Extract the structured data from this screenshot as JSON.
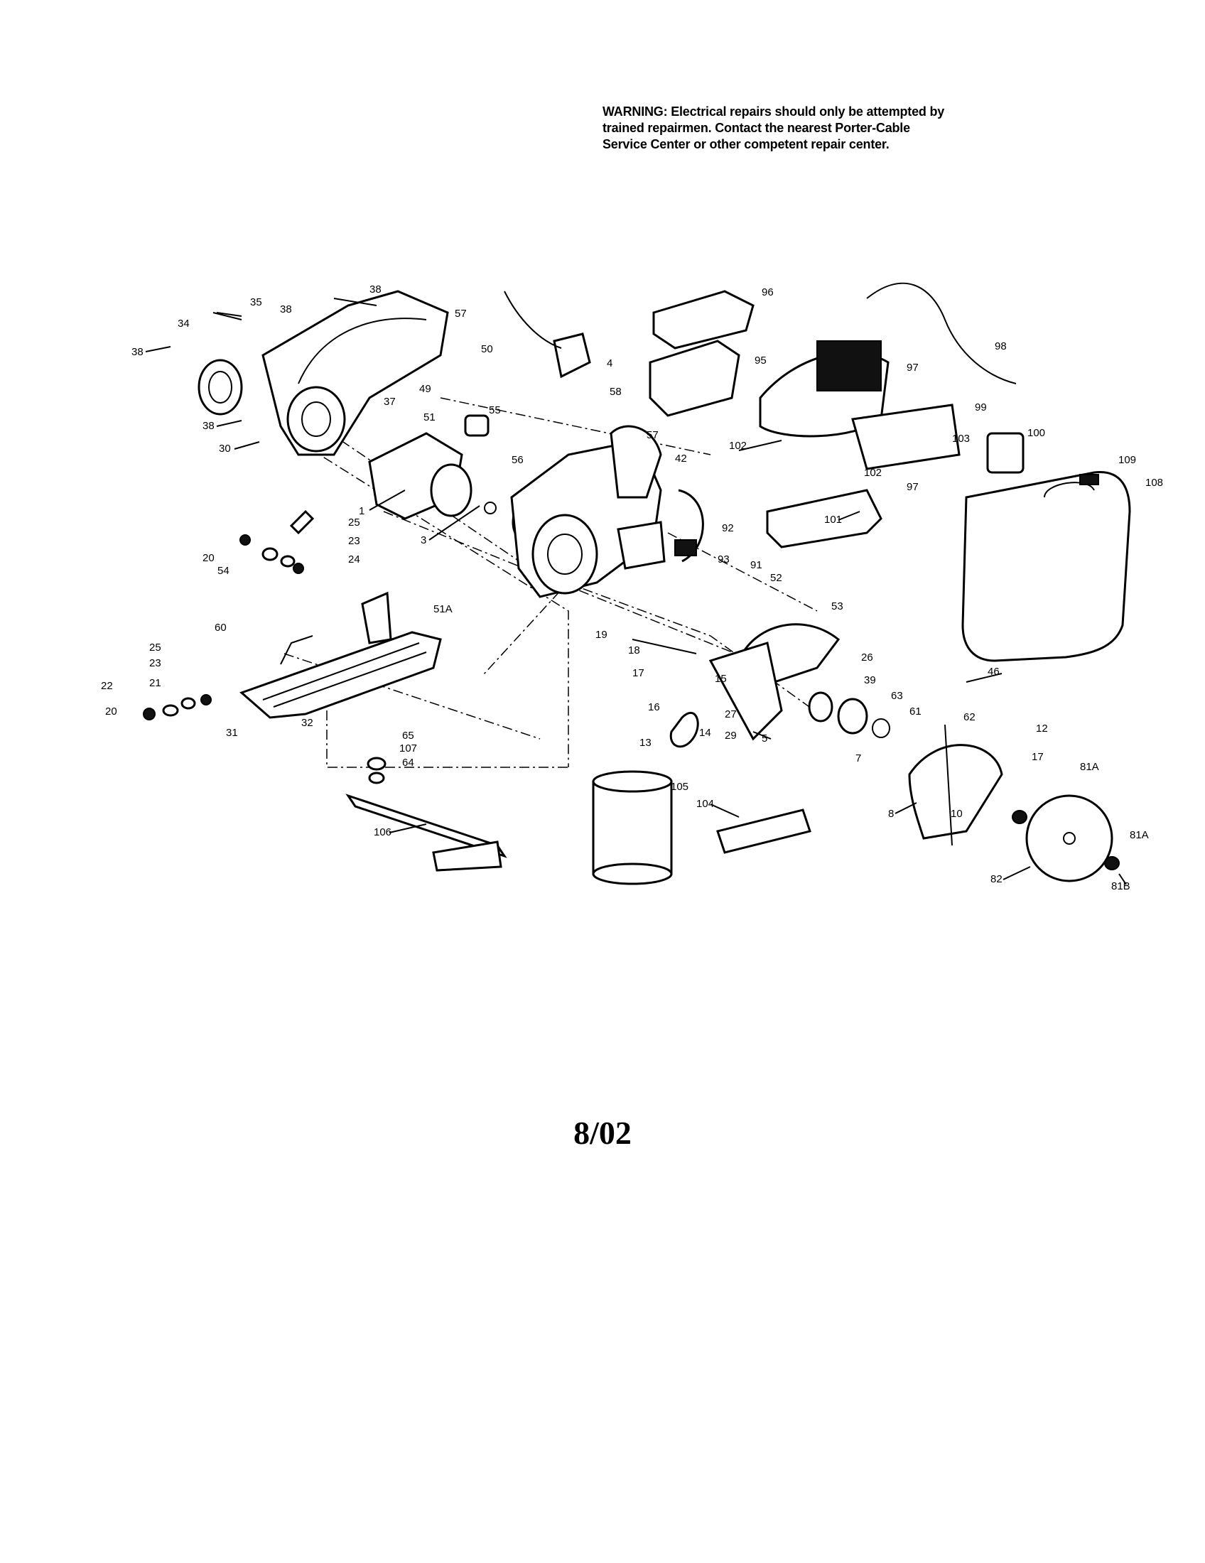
{
  "warning": "WARNING: Electrical repairs should only be attempted by trained repairmen. Contact the nearest Porter-Cable Service Center or other competent repair center.",
  "footer_date": "8/02",
  "callouts": [
    "38",
    "35",
    "38",
    "34",
    "38",
    "57",
    "50",
    "49",
    "51",
    "55",
    "38",
    "30",
    "37",
    "56",
    "1",
    "3",
    "57",
    "42",
    "96",
    "4",
    "58",
    "95",
    "97",
    "98",
    "102",
    "99",
    "103",
    "100",
    "102",
    "97",
    "109",
    "108",
    "92",
    "101",
    "93",
    "91",
    "52",
    "53",
    "25",
    "23",
    "24",
    "20",
    "54",
    "51A",
    "60",
    "19",
    "18",
    "17",
    "15",
    "26",
    "39",
    "16",
    "13",
    "14",
    "27",
    "29",
    "5",
    "63",
    "61",
    "62",
    "12",
    "7",
    "17",
    "81A",
    "8",
    "10",
    "81A",
    "82",
    "81B",
    "25",
    "23",
    "21",
    "22",
    "20",
    "31",
    "32",
    "65",
    "107",
    "64",
    "106",
    "105",
    "104",
    "46"
  ]
}
